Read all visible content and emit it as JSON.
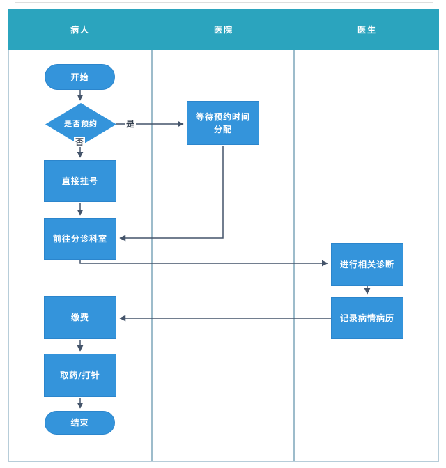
{
  "lanes": [
    {
      "label": "病人"
    },
    {
      "label": "医院"
    },
    {
      "label": "医生"
    }
  ],
  "nodes": {
    "start": {
      "label": "开始",
      "type": "terminator",
      "lane": "病人"
    },
    "decision": {
      "label": "是否预约",
      "type": "decision",
      "lane": "病人"
    },
    "wait": {
      "label": "等待预约时间分配",
      "type": "process",
      "lane": "医院"
    },
    "register": {
      "label": "直接挂号",
      "type": "process",
      "lane": "病人"
    },
    "triage": {
      "label": "前往分诊科室",
      "type": "process",
      "lane": "病人"
    },
    "diagnose": {
      "label": "进行相关诊断",
      "type": "process",
      "lane": "医生"
    },
    "record": {
      "label": "记录病情病历",
      "type": "process",
      "lane": "医生"
    },
    "pay": {
      "label": "缴费",
      "type": "process",
      "lane": "病人"
    },
    "medicine": {
      "label": "取药/打针",
      "type": "process",
      "lane": "病人"
    },
    "end": {
      "label": "结束",
      "type": "terminator",
      "lane": "病人"
    }
  },
  "edge_labels": {
    "yes": "是",
    "no": "否"
  },
  "edges": [
    {
      "from": "start",
      "to": "decision",
      "label": ""
    },
    {
      "from": "decision",
      "to": "wait",
      "label": "是"
    },
    {
      "from": "decision",
      "to": "register",
      "label": "否"
    },
    {
      "from": "register",
      "to": "triage",
      "label": ""
    },
    {
      "from": "wait",
      "to": "triage",
      "label": ""
    },
    {
      "from": "triage",
      "to": "diagnose",
      "label": ""
    },
    {
      "from": "diagnose",
      "to": "record",
      "label": ""
    },
    {
      "from": "record",
      "to": "pay",
      "label": ""
    },
    {
      "from": "pay",
      "to": "medicine",
      "label": ""
    },
    {
      "from": "medicine",
      "to": "end",
      "label": ""
    }
  ],
  "colors": {
    "header": "#2ba4be",
    "node_fill": "#3494db",
    "node_border": "#2b85cc",
    "connector": "#44546a",
    "lane_border": "#9dbccb"
  }
}
